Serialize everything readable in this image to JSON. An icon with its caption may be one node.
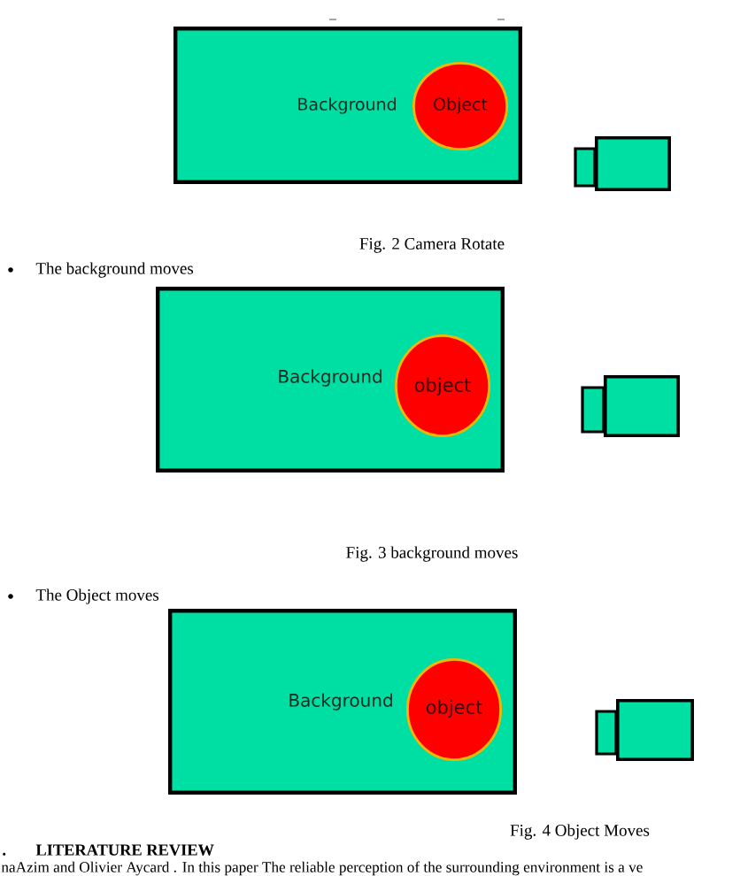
{
  "diagram": {
    "nodes": [
      {
        "text": [
          "Background"
        ]
      },
      {
        "text": [
          "Object"
        ],
        "in": 0
      },
      {
        "text": [],
        "shape": "camera"
      },
      {
        "text": [
          "Background"
        ]
      },
      {
        "text": [
          "object"
        ],
        "in": 3
      },
      {
        "text": [],
        "shape": "camera"
      },
      {
        "text": [
          "Background"
        ]
      },
      {
        "text": [
          "object"
        ],
        "in": 6
      },
      {
        "text": [],
        "shape": "camera"
      }
    ],
    "labels": [
      "Fig. 2 Camera Rotate",
      "The background moves",
      "Fig. 3 background moves",
      "The Object moves",
      "Fig. 4 Object Moves",
      ".",
      "LITERATURE REVIEW",
      "naAzim and Olivier Aycard . In this paper The reliable perception of the surrounding environment is a ve"
    ]
  }
}
